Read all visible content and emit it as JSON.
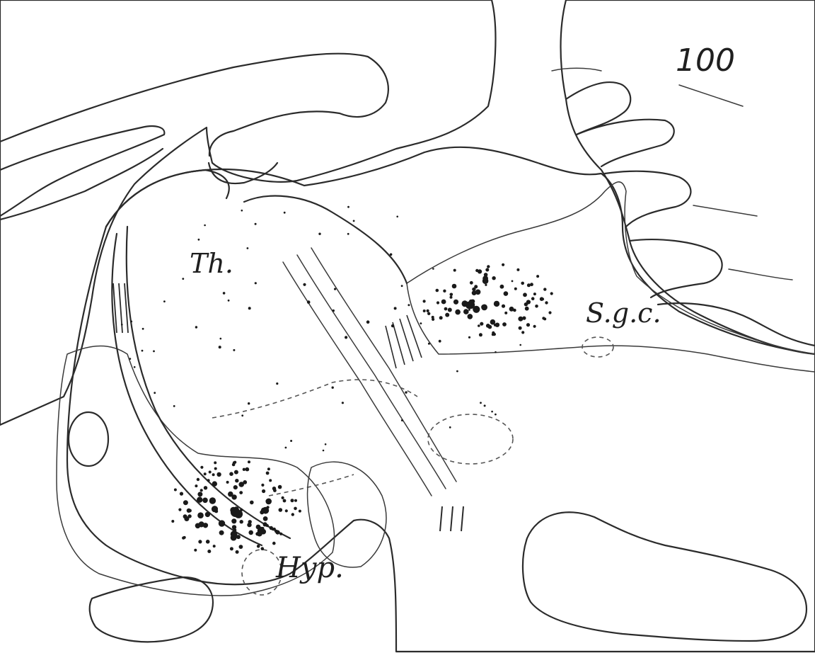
{
  "figure": {
    "number": "100",
    "labels": {
      "thalamus": "Th.",
      "hypothalamus": "Hyp.",
      "griseum": "S.g.c."
    }
  },
  "colors": {
    "ink": "#2b2b2b",
    "paper": "#ffffff",
    "hatch": "#8a8a8a",
    "stipple": "#9a9a9a",
    "cell": "#1a1a1a"
  }
}
